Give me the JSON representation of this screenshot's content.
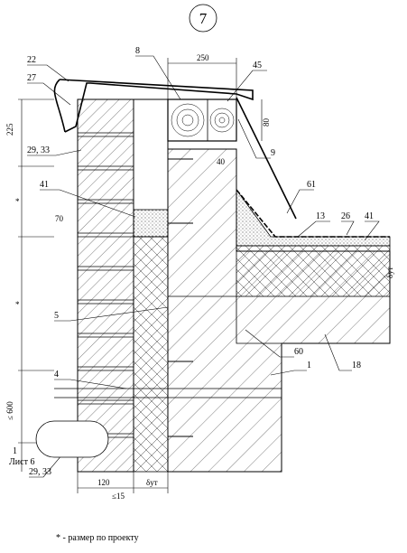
{
  "sheet": {
    "detail_number": "7",
    "footnote": "* - размер по проекту",
    "reference_text": "1\nЛист 6"
  },
  "dimensions": {
    "top_width": "250",
    "cap_height": "80",
    "gap": "40",
    "course_225": "225",
    "star_1": "*",
    "star_2": "*",
    "mortar_70": "70",
    "spacing_600": "≤ 600",
    "brick_120": "120",
    "insul": "δут",
    "insul_right": "δут",
    "offset_15": "≤15"
  },
  "labels": {
    "l22": "22",
    "l27": "27",
    "l8": "8",
    "l45": "45",
    "l9": "9",
    "l2933a": "29, 33",
    "l41a": "41",
    "l61": "61",
    "l13": "13",
    "l26": "26",
    "l41b": "41",
    "l5": "5",
    "l60": "60",
    "l1": "1",
    "l18": "18",
    "l4": "4",
    "l2933b": "29, 33"
  }
}
